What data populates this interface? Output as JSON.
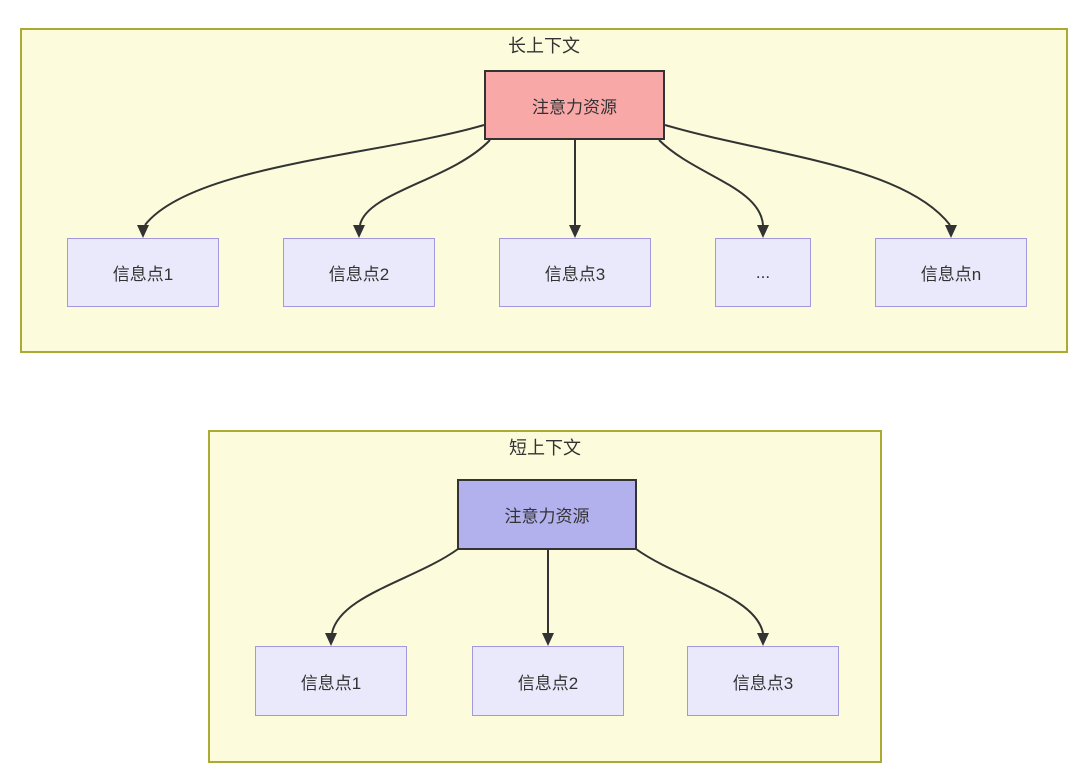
{
  "colors": {
    "panel_bg": "#fcfcdc",
    "panel_border": "#abab33",
    "attention_long_bg": "#f9a8a8",
    "attention_short_bg": "#b3b0ee",
    "attention_border": "#333333",
    "info_bg": "#e9e9fb",
    "info_border": "#a398dc",
    "arrow": "#333333",
    "text": "#333333"
  },
  "long_context": {
    "title": "长上下文",
    "attention_label": "注意力资源",
    "info_points": [
      {
        "label": "信息点1"
      },
      {
        "label": "信息点2"
      },
      {
        "label": "信息点3"
      },
      {
        "label": "..."
      },
      {
        "label": "信息点n"
      }
    ]
  },
  "short_context": {
    "title": "短上下文",
    "attention_label": "注意力资源",
    "info_points": [
      {
        "label": "信息点1"
      },
      {
        "label": "信息点2"
      },
      {
        "label": "信息点3"
      }
    ]
  }
}
